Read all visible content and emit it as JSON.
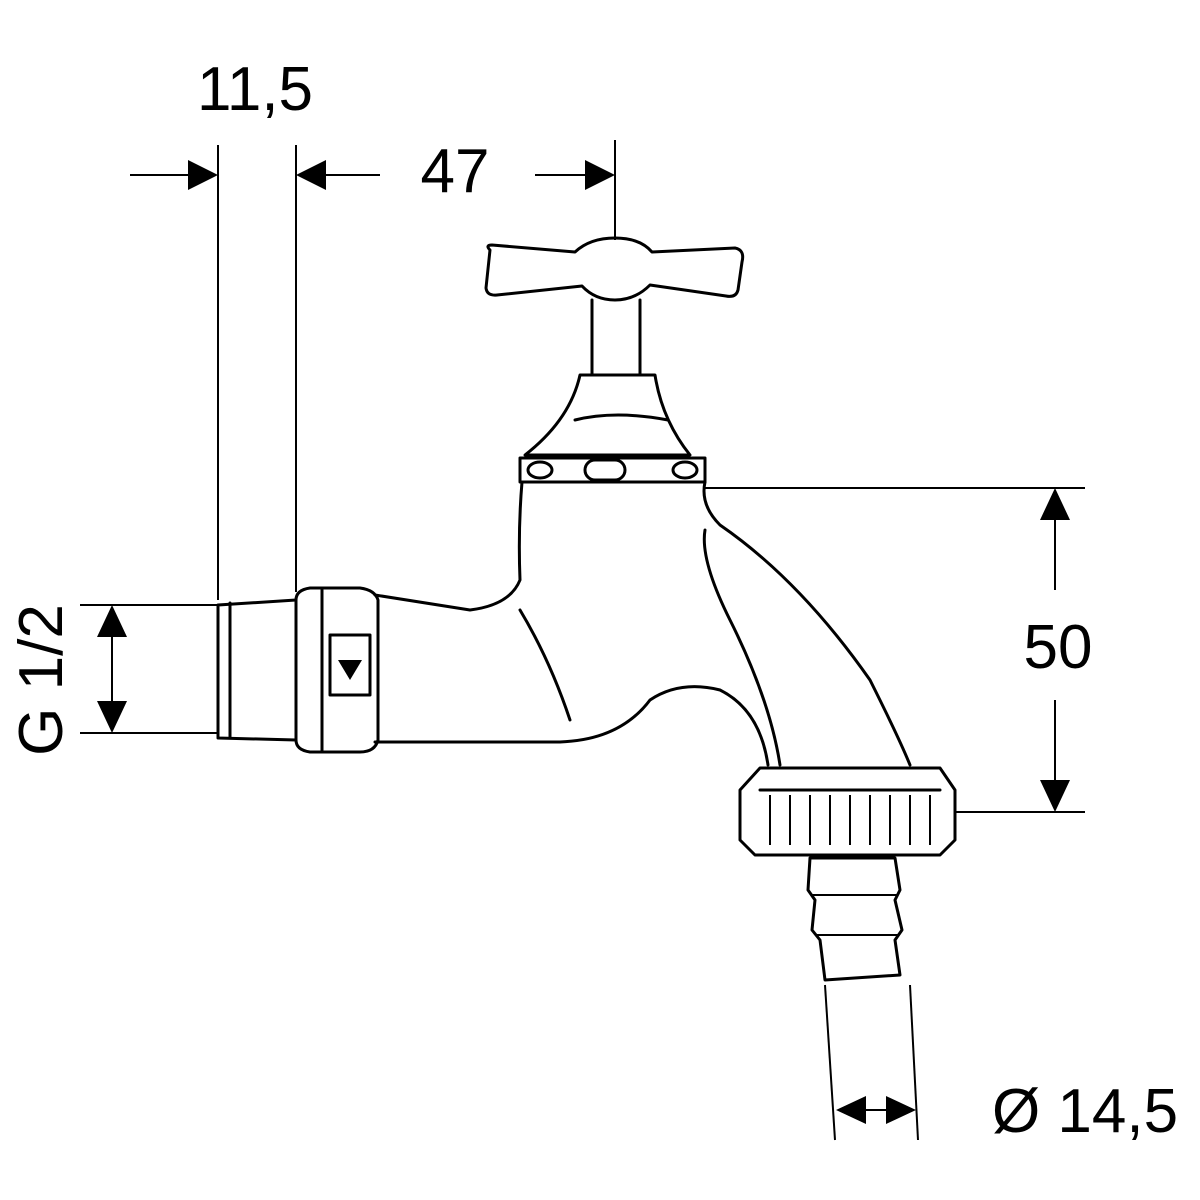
{
  "title": "Faucet dimension drawing",
  "dimensions": {
    "inlet_length": "11,5",
    "spindle_offset": "47",
    "outlet_height": "50",
    "thread": "G 1/2",
    "hose_diameter": "Ø 14,5"
  }
}
